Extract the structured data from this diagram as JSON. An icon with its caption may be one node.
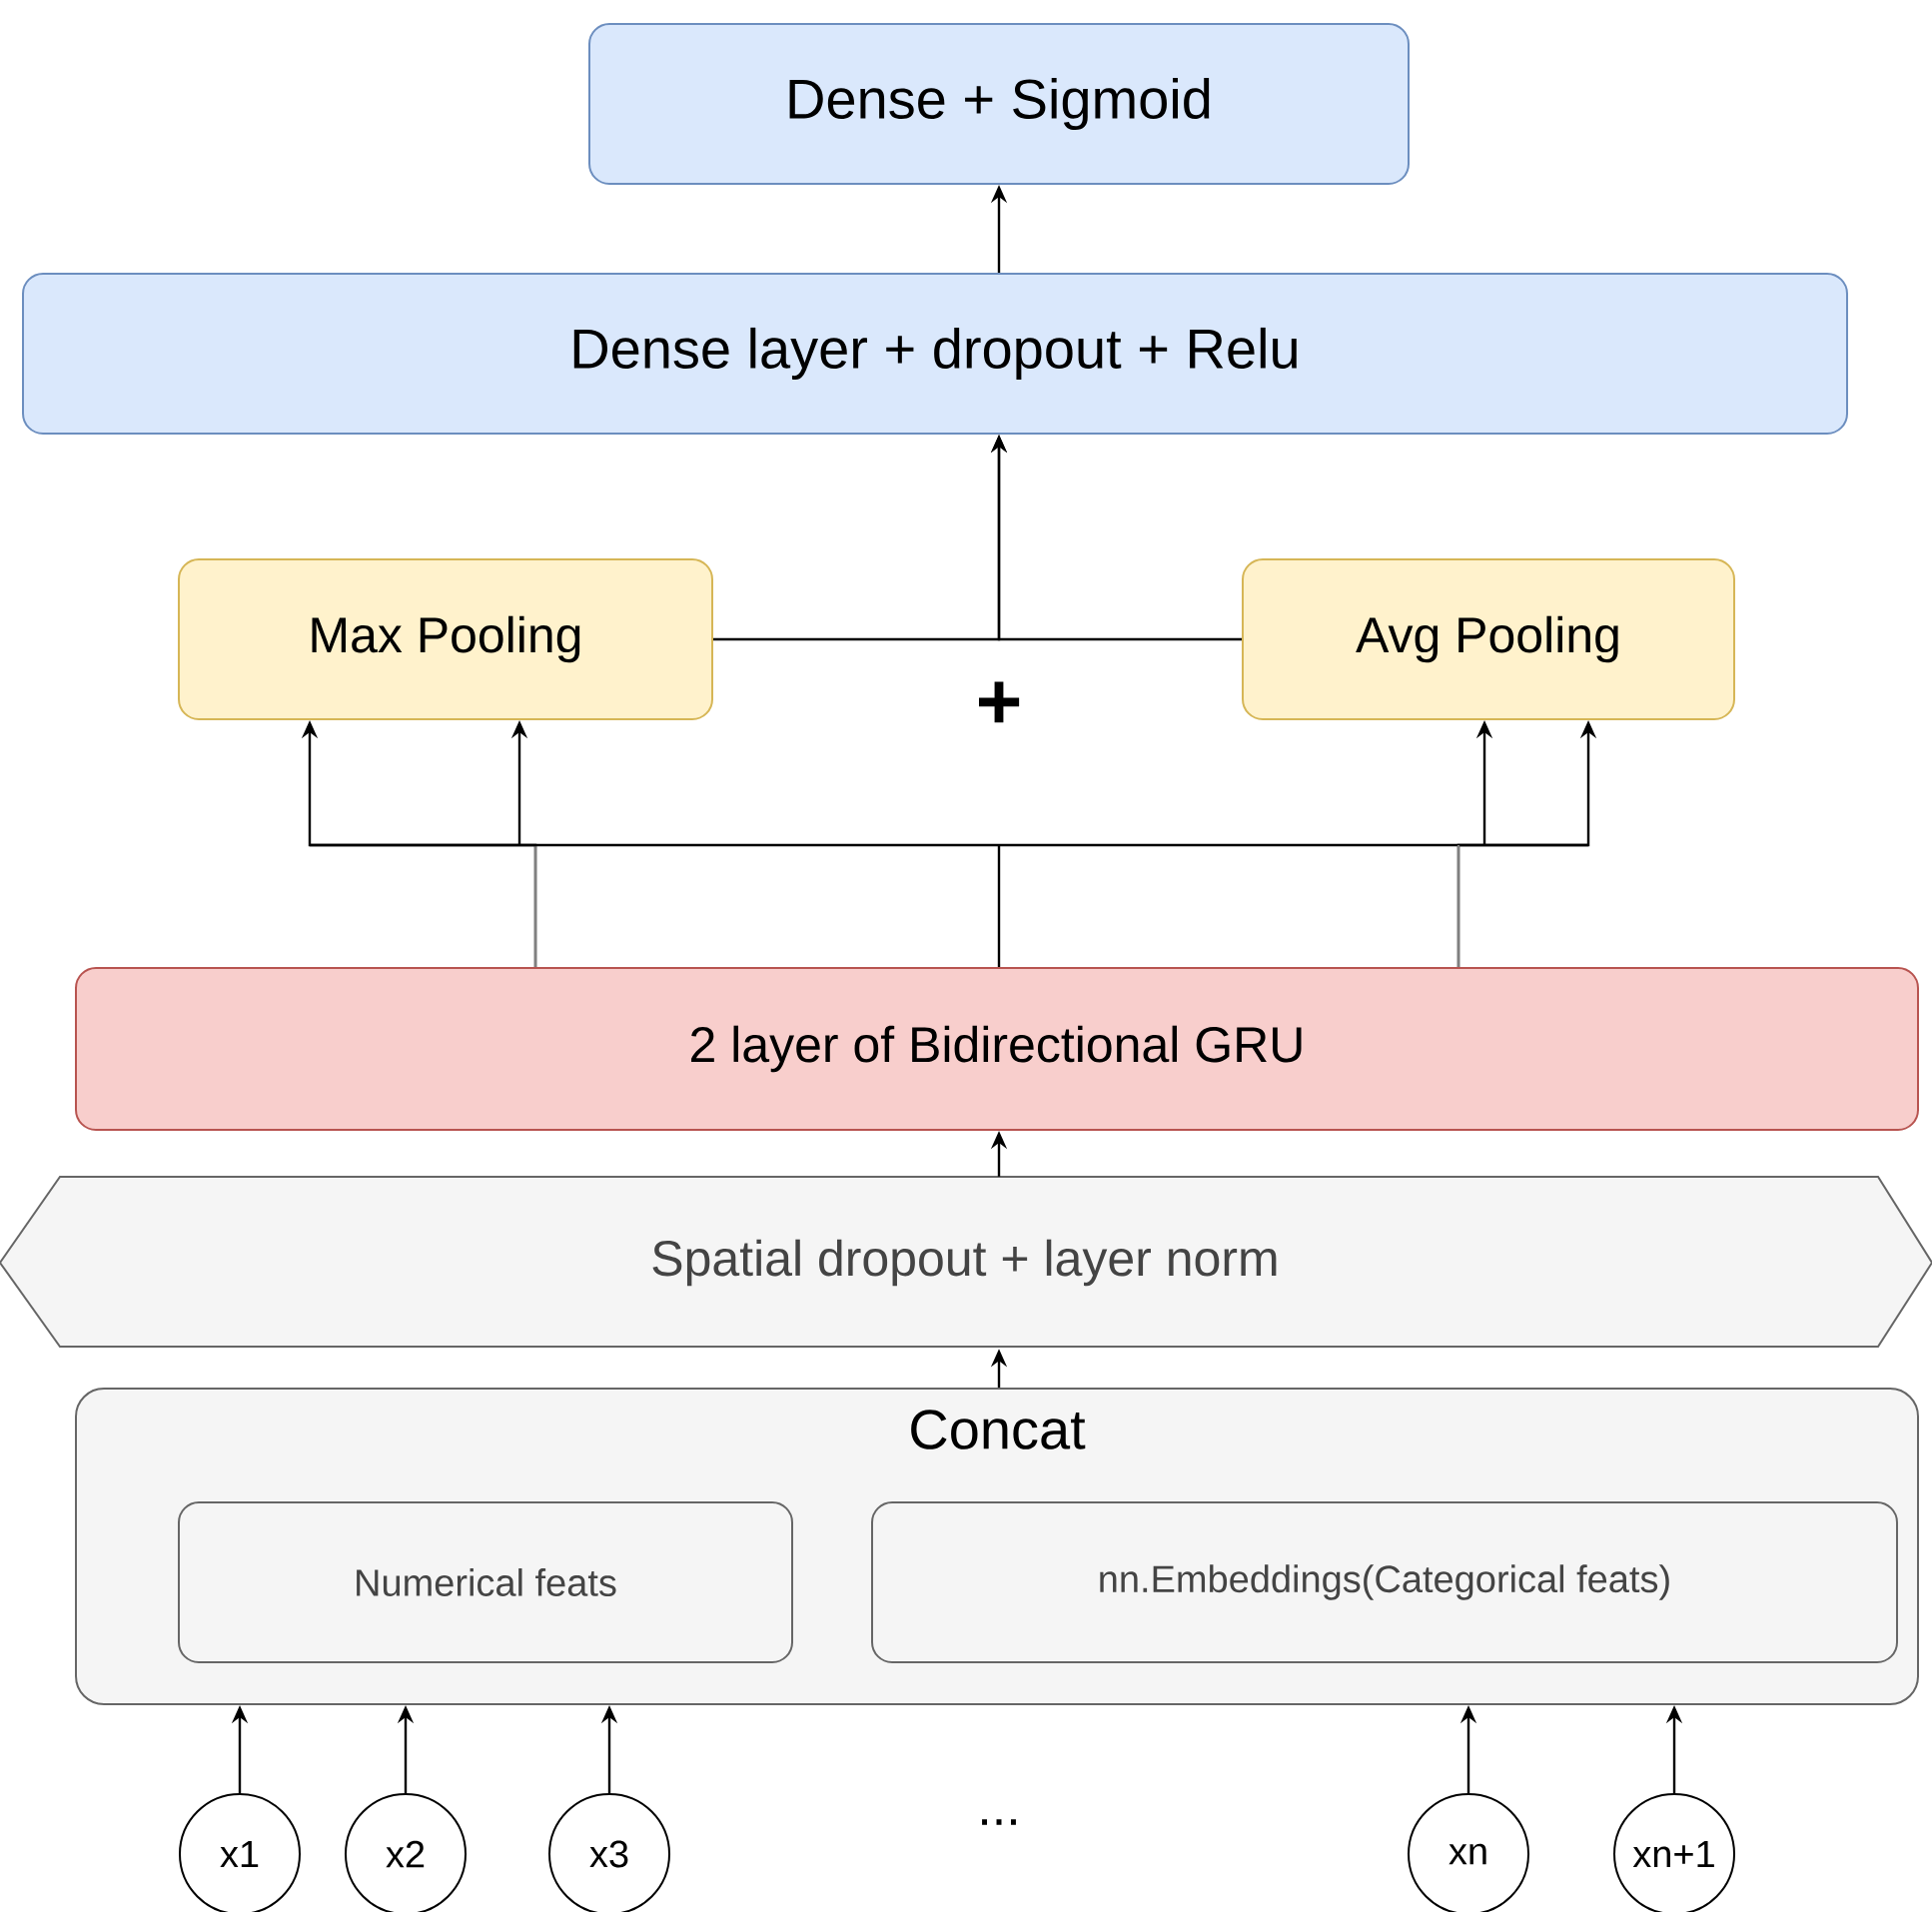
{
  "diagram": {
    "nodes": [
      {
        "text": [
          "Dense + Sigmoid"
        ]
      },
      {
        "text": [
          "Dense layer + dropout + Relu"
        ]
      },
      {
        "text": [
          "Max Pooling"
        ]
      },
      {
        "text": [
          "Avg Pooling"
        ]
      },
      {
        "text": [
          "2 layer of Bidirectional GRU"
        ]
      },
      {
        "text": [
          "Spatial dropout + layer norm"
        ]
      },
      {
        "text": [
          "Concat"
        ]
      },
      {
        "text": [
          "Numerical feats"
        ],
        "in": 6
      },
      {
        "text": [
          "nn.Embeddings(Categorical feats)"
        ],
        "in": 6
      },
      {
        "text": [
          "x1"
        ]
      },
      {
        "text": [
          "x2"
        ]
      },
      {
        "text": [
          "x3"
        ]
      },
      {
        "text": [
          "xn"
        ]
      },
      {
        "text": [
          "xn+1"
        ]
      }
    ],
    "edges": [
      {
        "from": 1,
        "to": 0,
        "arrow": "to"
      },
      {
        "from": 2,
        "to": 1,
        "arrow": "to"
      },
      {
        "from": 3,
        "to": 1,
        "arrow": "to"
      },
      {
        "from": 4,
        "to": 2,
        "arrow": "to"
      },
      {
        "from": 4,
        "to": 3,
        "arrow": "to"
      },
      {
        "from": 5,
        "to": 4,
        "arrow": "to"
      },
      {
        "from": 6,
        "to": 5,
        "arrow": "to"
      },
      {
        "from": 9,
        "to": 6,
        "arrow": "to"
      },
      {
        "from": 10,
        "to": 6,
        "arrow": "to"
      },
      {
        "from": 11,
        "to": 6,
        "arrow": "to"
      },
      {
        "from": 12,
        "to": 6,
        "arrow": "to"
      },
      {
        "from": 13,
        "to": 6,
        "arrow": "to"
      }
    ],
    "labels": [
      "+",
      "..."
    ]
  }
}
